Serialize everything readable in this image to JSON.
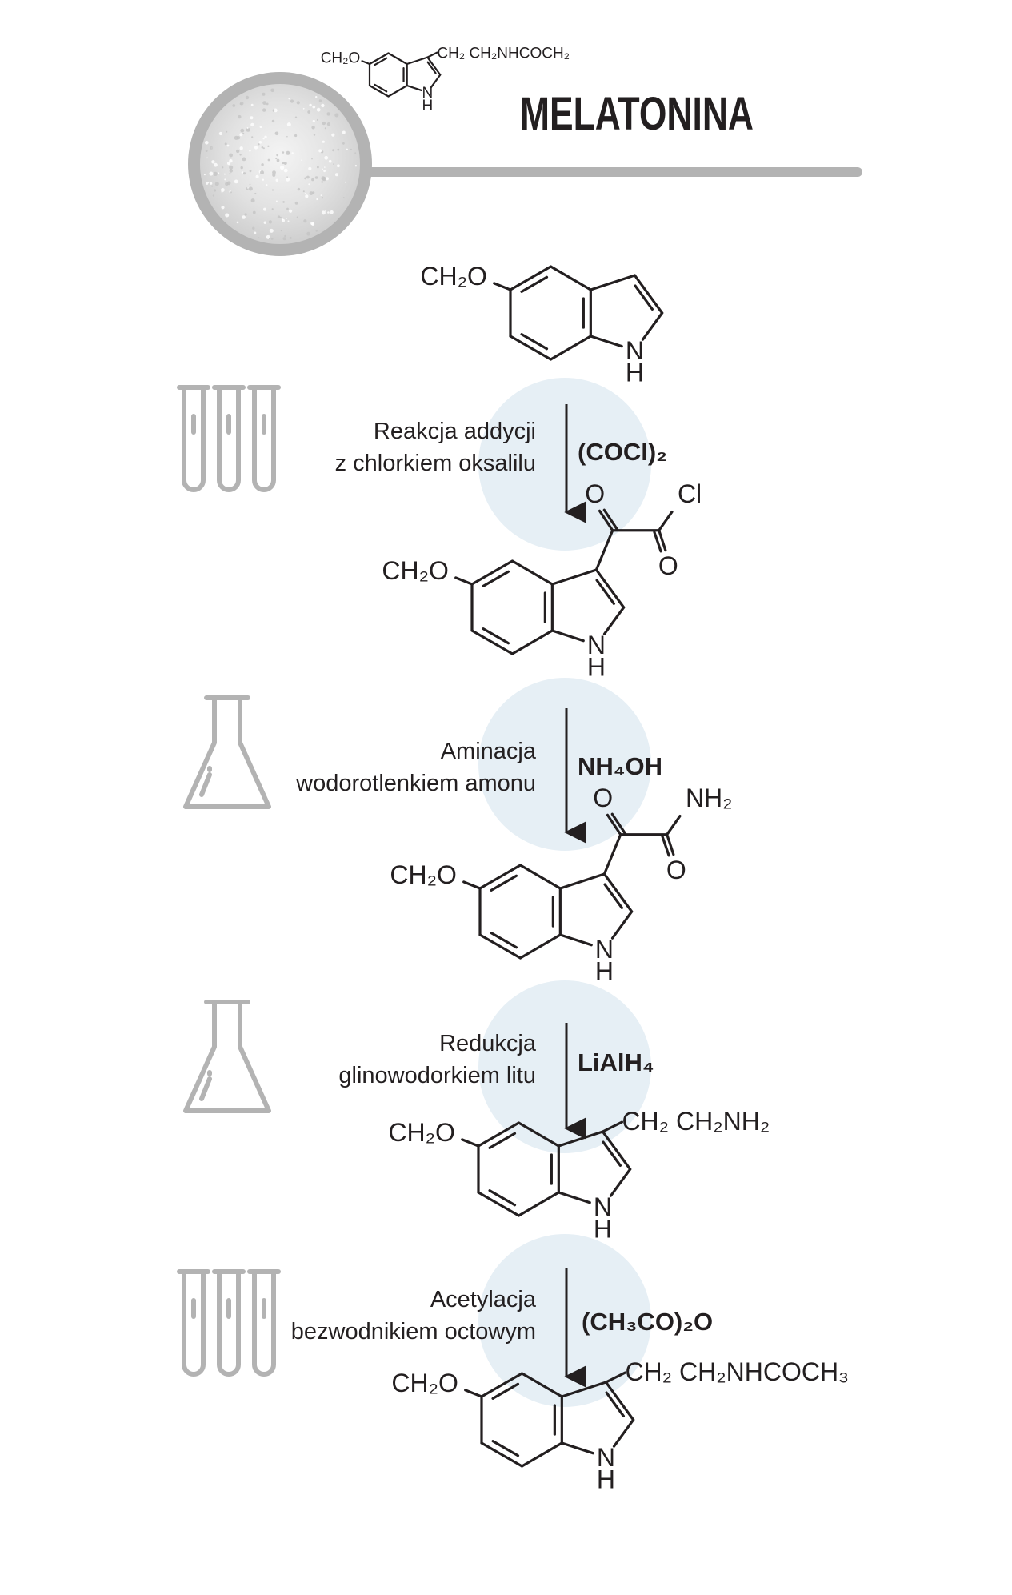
{
  "title": "MELATONINA",
  "header_formula": {
    "left": "CH₂O",
    "right": "CH₂ CH₂NHCOCH₂",
    "nh": "N",
    "h": "H"
  },
  "molecules": [
    {
      "id": "indole",
      "left": "CH₂O",
      "nh": "N",
      "h": "H"
    },
    {
      "id": "glyoxylyl-chloride",
      "left": "CH₂O",
      "nh": "N",
      "h": "H",
      "o1": "O",
      "o2": "O",
      "x": "Cl"
    },
    {
      "id": "glyoxylamide",
      "left": "CH₂O",
      "nh": "N",
      "h": "H",
      "o1": "O",
      "o2": "O",
      "x": "NH₂"
    },
    {
      "id": "amine",
      "left": "CH₂O",
      "nh": "N",
      "h": "H",
      "side": "CH₂ CH₂NH₂"
    },
    {
      "id": "melatonin",
      "left": "CH₂O",
      "nh": "N",
      "h": "H",
      "side": "CH₂ CH₂NHCOCH₃"
    }
  ],
  "steps": [
    {
      "line1": "Reakcja addycji",
      "line2": "z chlorkiem oksalilu",
      "reagent": "(COCl)₂",
      "icon": "test-tubes-icon"
    },
    {
      "line1": "Aminacja",
      "line2": "wodorotlenkiem amonu",
      "reagent": "NH₄OH",
      "icon": "flask-icon"
    },
    {
      "line1": "Redukcja",
      "line2": "glinowodorkiem litu",
      "reagent": "LiAlH₄",
      "icon": "flask-icon"
    },
    {
      "line1": "Acetylacja",
      "line2": "bezwodnikiem octowym",
      "reagent": "(CH₃CO)₂O",
      "icon": "test-tubes-icon"
    }
  ],
  "colors": {
    "ink": "#231f20",
    "grey": "#b3b3b3",
    "bubble": "#e6eff5",
    "powder": "#dcdcdc"
  }
}
